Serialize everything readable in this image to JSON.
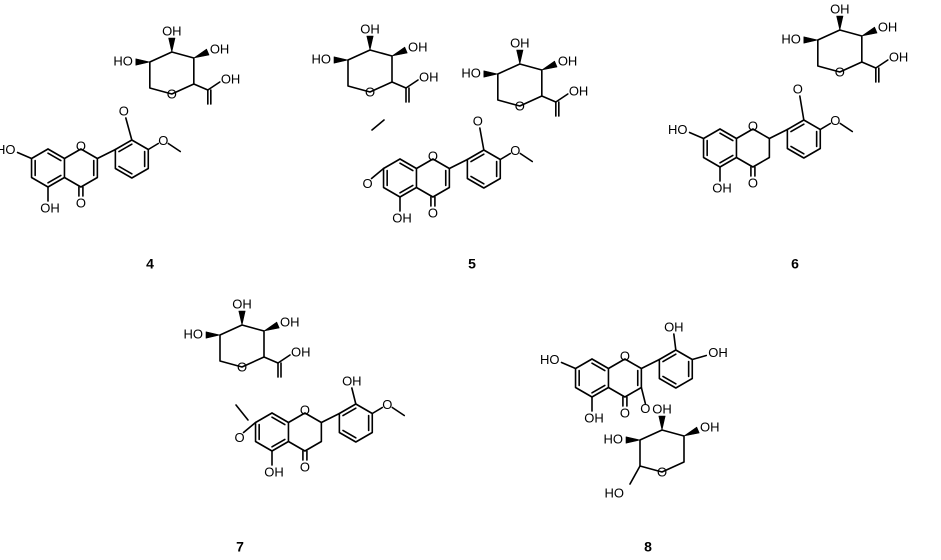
{
  "compounds": [
    {
      "id": "4"
    },
    {
      "id": "5"
    },
    {
      "id": "6"
    },
    {
      "id": "7"
    },
    {
      "id": "8"
    }
  ],
  "labels": {
    "hydroxyl": "OH",
    "hydroxyl_left": "HO",
    "carbonyl_oxygen": "O",
    "ring_oxygen": "O",
    "ether_oxygen": "O",
    "carboxylic_acid": "OH"
  }
}
